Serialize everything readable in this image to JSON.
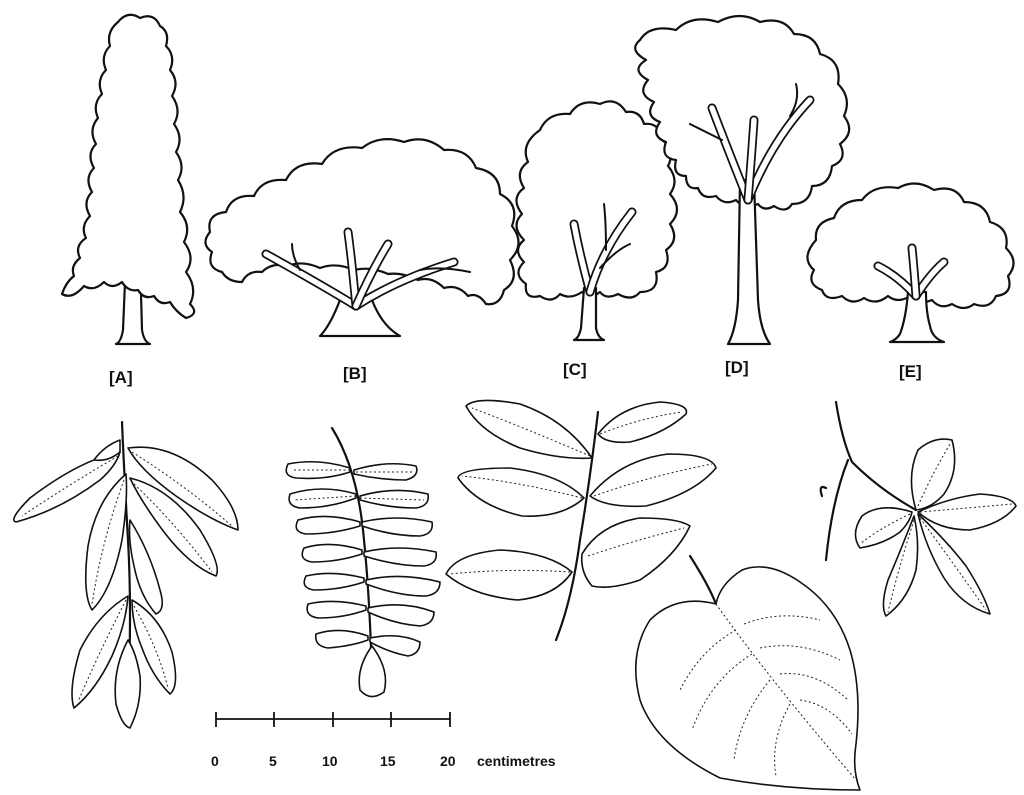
{
  "tree_labels": {
    "a": "[A]",
    "b": "[B]",
    "c": "[C]",
    "d": "[D]",
    "e": "[E]"
  },
  "scale_bar": {
    "ticks": [
      "0",
      "5",
      "10",
      "15",
      "20"
    ],
    "unit": "centimetres"
  }
}
